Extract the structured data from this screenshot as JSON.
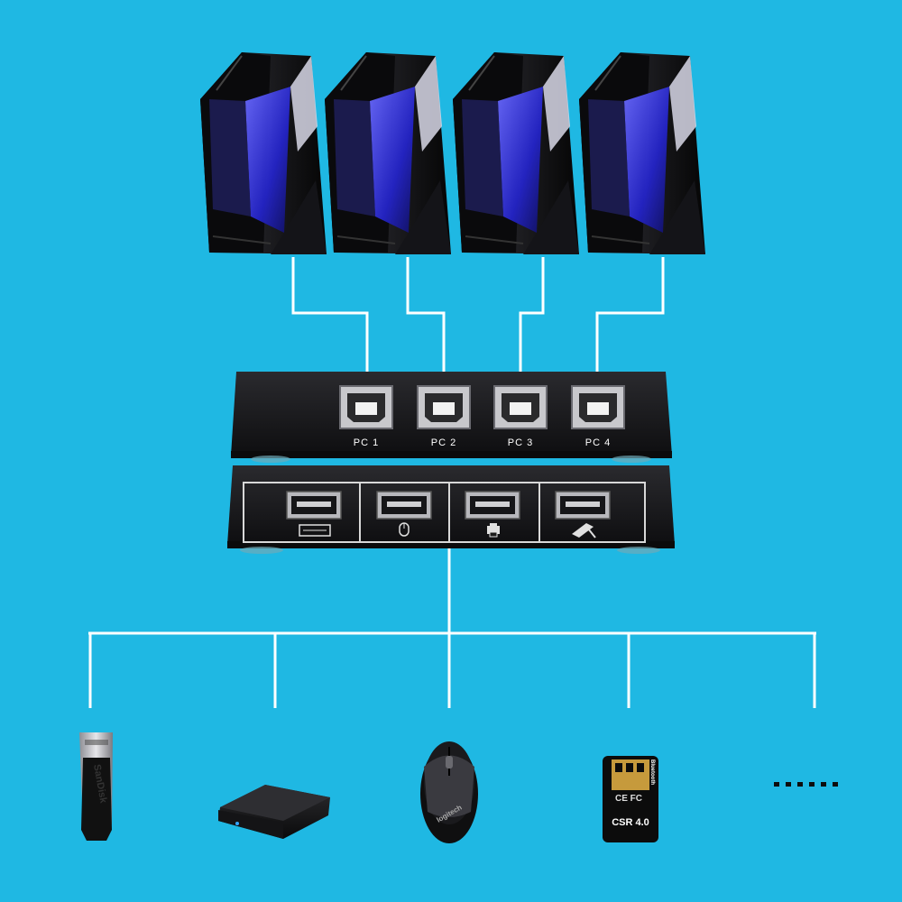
{
  "ports": [
    {
      "label": "PC 1"
    },
    {
      "label": "PC 2"
    },
    {
      "label": "PC 3"
    },
    {
      "label": "PC 4"
    }
  ],
  "device_port_icons": [
    "display-icon",
    "mouse-icon",
    "printer-icon",
    "scanner-icon"
  ],
  "devices": [
    {
      "name": "usb-flash-drive",
      "brand_text": "SanDisk"
    },
    {
      "name": "external-hard-drive"
    },
    {
      "name": "wireless-mouse",
      "brand_text": "logitech"
    },
    {
      "name": "bluetooth-adapter",
      "brand_text": "Bluetooth",
      "model_text": "CSR 4.0",
      "cert_text": "CE FC"
    },
    {
      "name": "more-devices"
    }
  ],
  "colors": {
    "background": "#1fb8e3",
    "connector_line": "#ffffff",
    "tower_accent": "#2b2bd6",
    "switch_body": "#1c1c1e"
  }
}
